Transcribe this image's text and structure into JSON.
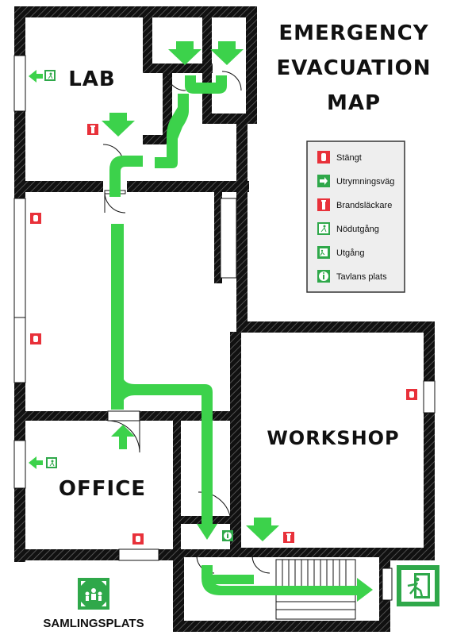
{
  "title": {
    "line1": "EMERGENCY",
    "line2": "EVACUATION",
    "line3": "MAP"
  },
  "rooms": {
    "lab": "LAB",
    "office": "OFFICE",
    "workshop": "WORKSHOP"
  },
  "legend": {
    "items": [
      {
        "label": "Stängt",
        "icon": "closed-hand-icon",
        "color": "#e8313a"
      },
      {
        "label": "Utrymningsväg",
        "icon": "arrow-right-icon",
        "color": "#3cc846"
      },
      {
        "label": "Brandsläckare",
        "icon": "fire-extinguisher-icon",
        "color": "#e8313a"
      },
      {
        "label": "Nödutgång",
        "icon": "emergency-exit-icon",
        "color": "#3cc846"
      },
      {
        "label": "Utgång",
        "icon": "exit-icon",
        "color": "#3cc846"
      },
      {
        "label": "Tavlans plats",
        "icon": "info-icon",
        "color": "#3cc846"
      }
    ]
  },
  "assembly": {
    "label": "SAMLINGSPLATS",
    "icon": "assembly-point-icon"
  },
  "colors": {
    "route": "#3cd24b",
    "sign_green": "#2fa84a",
    "sign_red": "#e8313a",
    "wall": "#111111"
  }
}
